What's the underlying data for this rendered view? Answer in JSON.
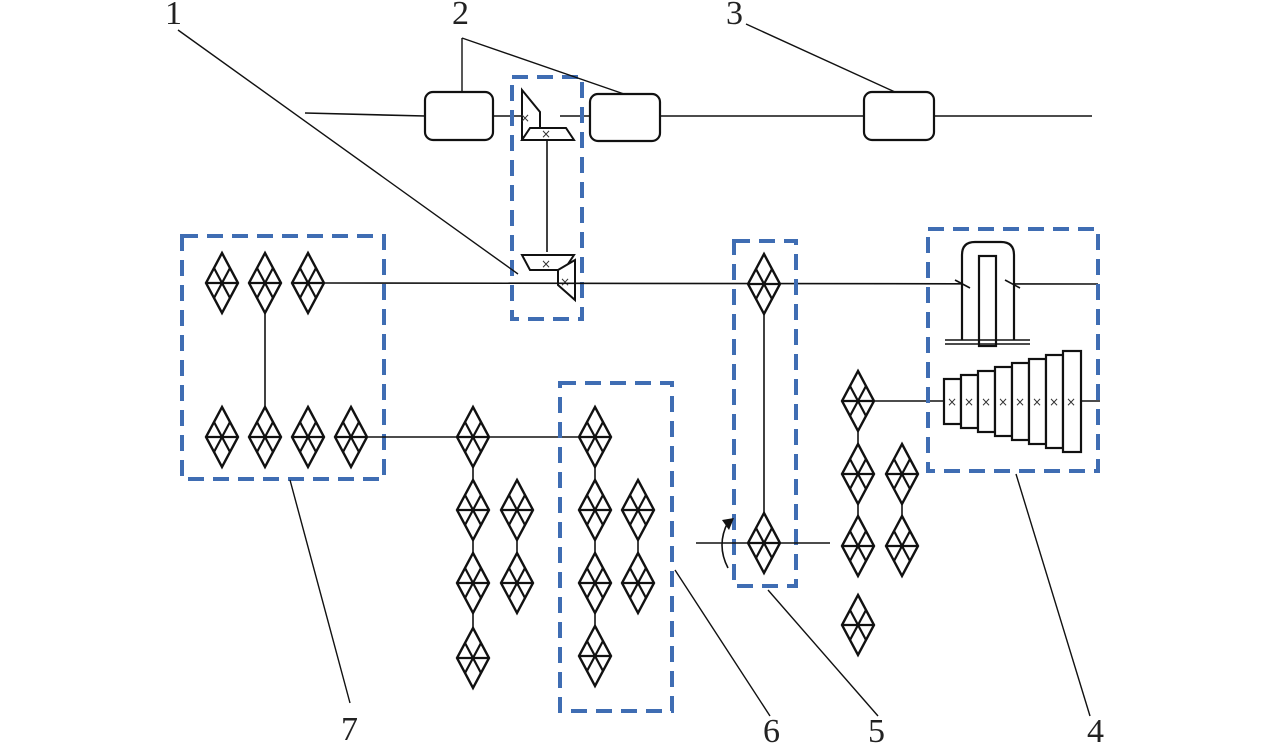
{
  "labels": {
    "l1": "1",
    "l2": "2",
    "l3": "3",
    "l4": "4",
    "l5": "5",
    "l6": "6",
    "l7": "7"
  },
  "colors": {
    "dashed_box": "#3f6db3",
    "line": "#111111"
  }
}
